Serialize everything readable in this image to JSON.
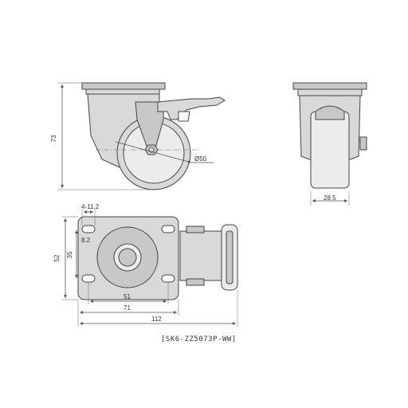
{
  "drawing": {
    "model_code": "[SK6-ZZ5073P-WW]",
    "dimensions": {
      "height": "73",
      "wheel_diameter": "Ø50",
      "wheel_width": "28.5",
      "hole_spec": "4-11.2",
      "hole_offset": "8.2",
      "plate_height_outer": "52",
      "plate_height_inner": "35",
      "hole_spacing_x": "51",
      "plate_width": "71",
      "overall_length": "112"
    }
  }
}
